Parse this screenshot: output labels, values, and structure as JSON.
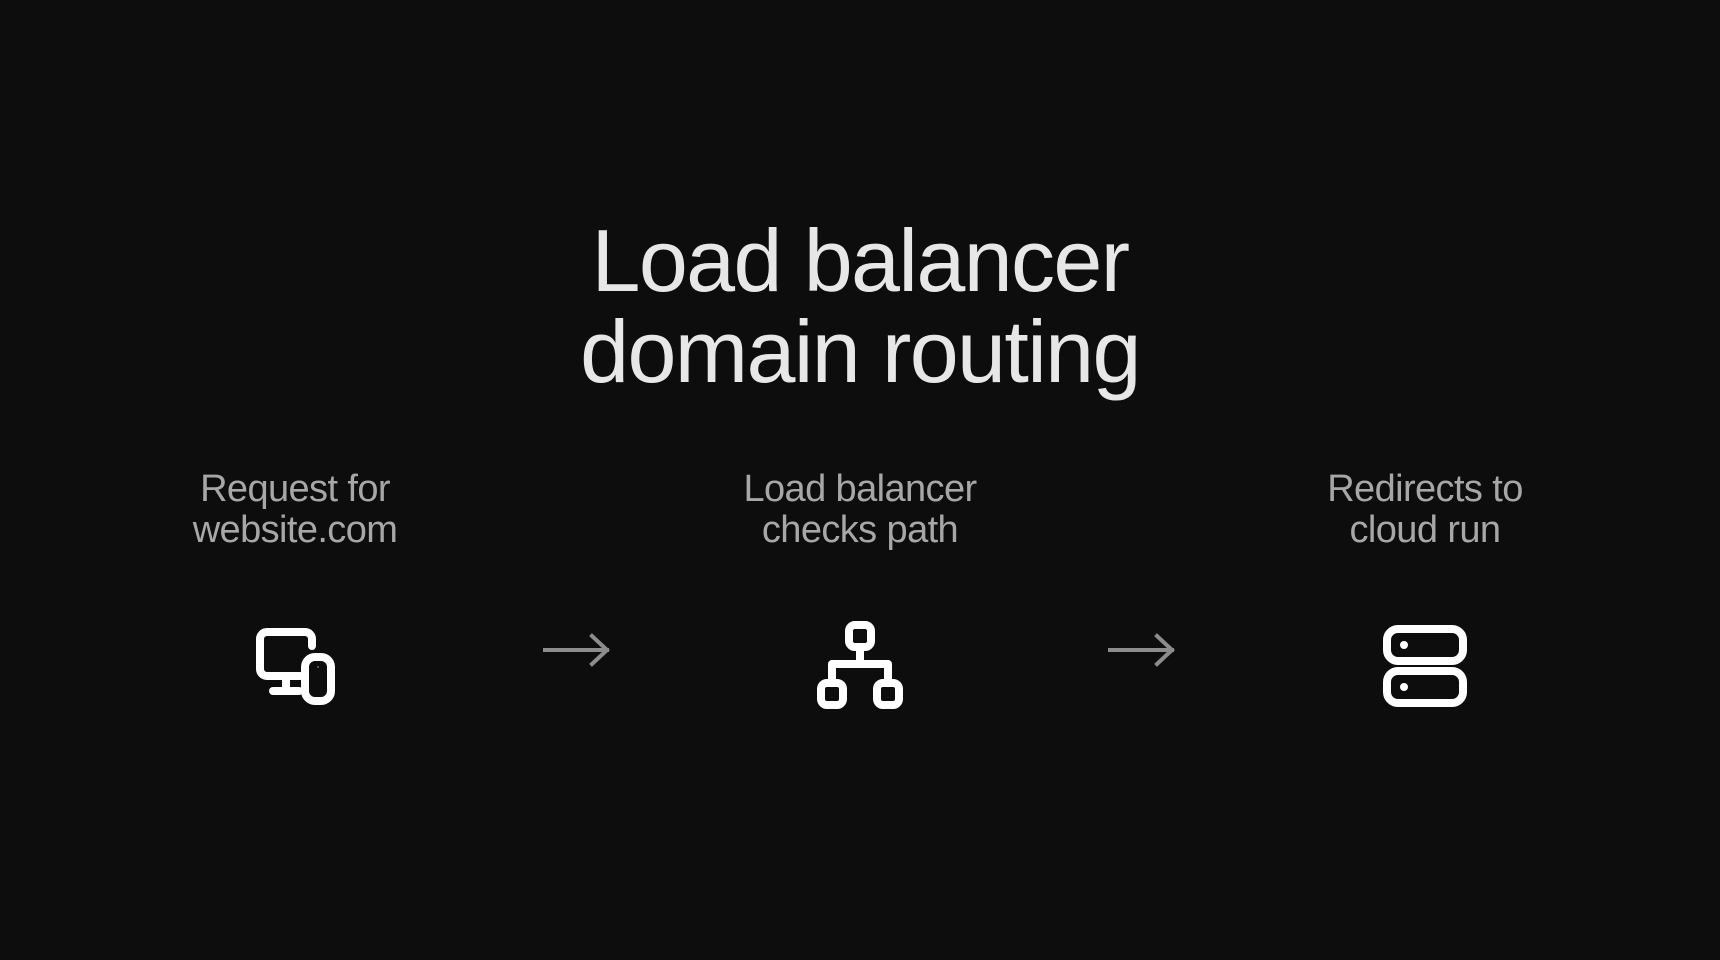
{
  "slide": {
    "background_color": "#0d0d0d",
    "title_color": "#e7e7e7",
    "label_color": "#a7a7a7",
    "icon_color": "#ffffff",
    "arrow_color": "#8c8c8c",
    "title": {
      "line1": "Load balancer",
      "line2": "domain routing",
      "full": "Load balancer domain routing"
    },
    "steps": [
      {
        "label": "Request for\nwebsite.com",
        "label_line1": "Request for",
        "label_line2": "website.com",
        "icon": "devices-monitor-phone-icon"
      },
      {
        "label": "Load balancer\nchecks path",
        "label_line1": "Load balancer",
        "label_line2": "checks path",
        "icon": "hierarchy-network-icon"
      },
      {
        "label": "Redirects to\ncloud run",
        "label_line1": "Redirects to",
        "label_line2": "cloud run",
        "icon": "server-rack-icon"
      }
    ],
    "connectors": [
      {
        "icon": "arrow-right-icon"
      },
      {
        "icon": "arrow-right-icon"
      }
    ]
  }
}
